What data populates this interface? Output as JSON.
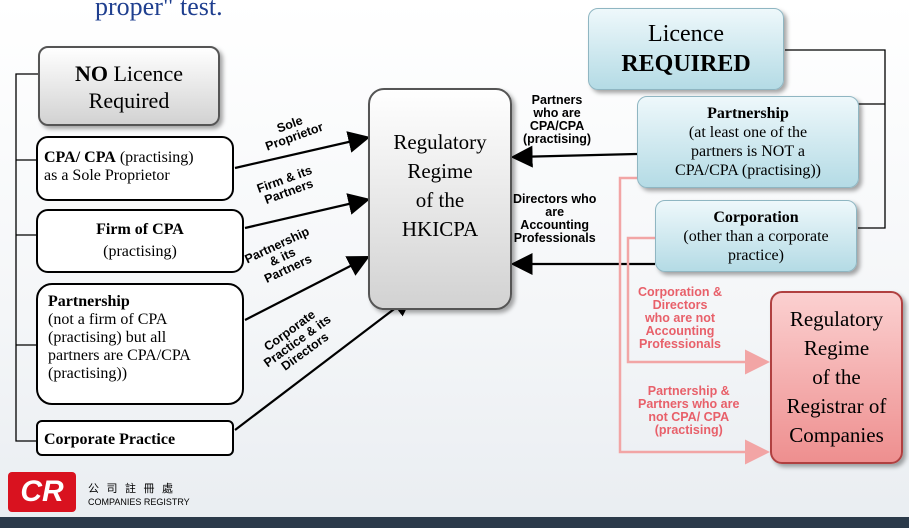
{
  "header": {
    "text": "proper\" test."
  },
  "no_licence": {
    "bold": "NO",
    "rest": " Licence",
    "line2": "Required"
  },
  "left_boxes": [
    {
      "bold": "CPA/ CPA",
      "rest": " (practising)",
      "line2": "as a Sole Proprietor"
    },
    {
      "bold": "Firm of CPA",
      "line2": "(practising)"
    },
    {
      "bold": "Partnership",
      "lines": [
        "(not a firm of CPA",
        "(practising) but all",
        "partners are CPA/CPA",
        "(practising))"
      ]
    },
    {
      "bold": "Corporate Practice"
    }
  ],
  "arrow_labels": {
    "sole": [
      "Sole",
      "Proprietor"
    ],
    "firm": [
      "Firm & its",
      "Partners"
    ],
    "partnership": [
      "Partnership",
      "& its",
      "Partners"
    ],
    "corporate": [
      "Corporate",
      "Practice & its",
      "Directors"
    ]
  },
  "hkicpa": {
    "lines": [
      "Regulatory",
      "Regime",
      "of the",
      "HKICPA"
    ]
  },
  "licence_required": {
    "line1": "Licence",
    "line2": "REQUIRED"
  },
  "partnership_req": {
    "bold": "Partnership",
    "lines": [
      "(at least one of the",
      "partners is NOT a",
      "CPA/CPA (practising))"
    ]
  },
  "corporation_req": {
    "bold": "Corporation",
    "lines": [
      "(other than a corporate",
      "practice)"
    ]
  },
  "right_labels": {
    "partners": [
      "Partners",
      "who are",
      "CPA/CPA",
      "(practising)"
    ],
    "directors": [
      "Directors who",
      "are",
      "Accounting",
      "Professionals"
    ],
    "corp_pink": [
      "Corporation &",
      "Directors",
      "who are not",
      "Accounting",
      "Professionals"
    ],
    "part_pink": [
      "Partnership &",
      "Partners who are",
      "not CPA/ CPA",
      "(practising)"
    ]
  },
  "registrar": {
    "lines": [
      "Regulatory",
      "Regime",
      "of the",
      "Registrar of",
      "Companies"
    ]
  },
  "logo": {
    "mark": "CR",
    "chinese": "公 司 註 冊 處",
    "english": "COMPANIES REGISTRY"
  },
  "colors": {
    "pink_text": "#e8606a",
    "pink_box": "#ee8f8f",
    "teal_box": "#b4dbe5",
    "bottom_bar": "#2b3a4a"
  }
}
